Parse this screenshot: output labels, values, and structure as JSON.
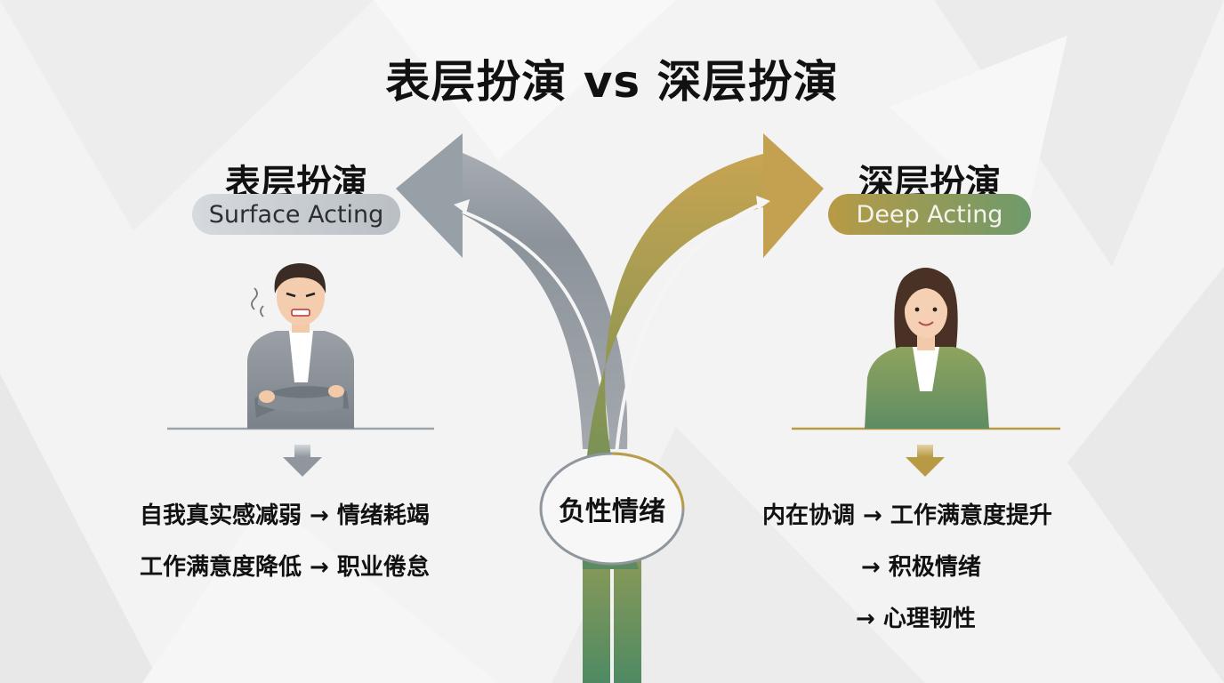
{
  "title": "表层扮演 vs 深层扮演",
  "left": {
    "title": "表层扮演",
    "subtitle": "Surface Acting",
    "effects": [
      "自我真实感减弱 → 情绪耗竭",
      "工作满意度降低 → 职业倦怠"
    ]
  },
  "right": {
    "title": "深层扮演",
    "subtitle": "Deep Acting",
    "effects": [
      "内在协调 → 工作满意度提升",
      "→ 积极情绪",
      "→ 心理韧性"
    ]
  },
  "center": {
    "label": "负性情绪"
  },
  "icons": {
    "left_person": "stressed-man-arms-crossed",
    "right_person": "calm-smiling-woman",
    "down_arrow": "down-arrow-icon",
    "branch": "diverging-arrows"
  },
  "colors": {
    "surface": "#8f969d",
    "deep_gold": "#b99d48",
    "deep_green": "#5f8c63",
    "text": "#111111"
  }
}
